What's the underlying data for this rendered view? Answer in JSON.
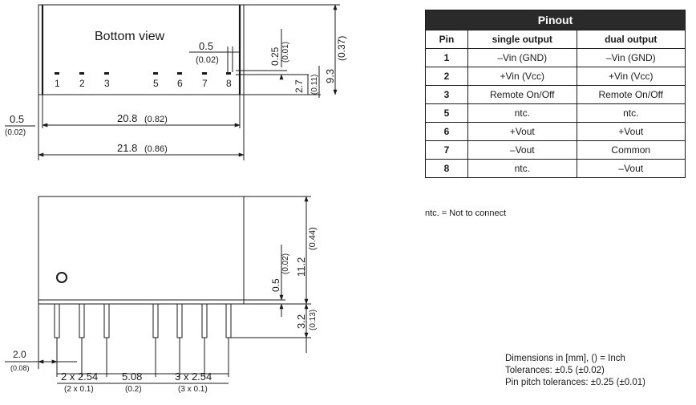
{
  "drawing": {
    "bottom_view_label": "Bottom view",
    "pin_numbers": [
      "1",
      "2",
      "3",
      "5",
      "6",
      "7",
      "8"
    ],
    "dims": {
      "pin_width": "0.5",
      "pin_width_in": "(0.02)",
      "pad_offset": "0.25",
      "pad_offset_in": "(0.01)",
      "pin_row_height": "2.7",
      "pin_row_height_in": "(0.11)",
      "body_depth": "9.3",
      "body_depth_in": "(0.37)",
      "side_gap": "0.5",
      "side_gap_in": "(0.02)",
      "inner_length": "20.8",
      "inner_length_in": "(0.82)",
      "overall_length": "21.8",
      "overall_length_in": "(0.86)",
      "body_height": "11.2",
      "body_height_in": "(0.44)",
      "standoff": "0.5",
      "standoff_in": "(0.02)",
      "pin_length": "3.2",
      "pin_length_in": "(0.13)",
      "first_pin_offset": "2.0",
      "first_pin_offset_in": "(0.08)",
      "pitch_a": "2 x 2.54",
      "pitch_a_in": "(2 x 0.1)",
      "gap": "5.08",
      "gap_in": "(0.2)",
      "pitch_b": "3 x 2.54",
      "pitch_b_in": "(3 x 0.1)"
    }
  },
  "pinout": {
    "title": "Pinout",
    "headers": [
      "Pin",
      "single output",
      "dual output"
    ],
    "rows": [
      [
        "1",
        "–Vin (GND)",
        "–Vin (GND)"
      ],
      [
        "2",
        "+Vin (Vcc)",
        "+Vin (Vcc)"
      ],
      [
        "3",
        "Remote On/Off",
        "Remote On/Off"
      ],
      [
        "5",
        "ntc.",
        "ntc."
      ],
      [
        "6",
        "+Vout",
        "+Vout"
      ],
      [
        "7",
        "–Vout",
        "Common"
      ],
      [
        "8",
        "ntc.",
        "–Vout"
      ]
    ]
  },
  "notes": {
    "ntc": "ntc. = Not to connect",
    "dimensions": "Dimensions in [mm], () = Inch",
    "tolerances": "Tolerances: ±0.5 (±0.02)",
    "pin_pitch": "Pin pitch tolerances: ±0.25 (±0.01)"
  }
}
